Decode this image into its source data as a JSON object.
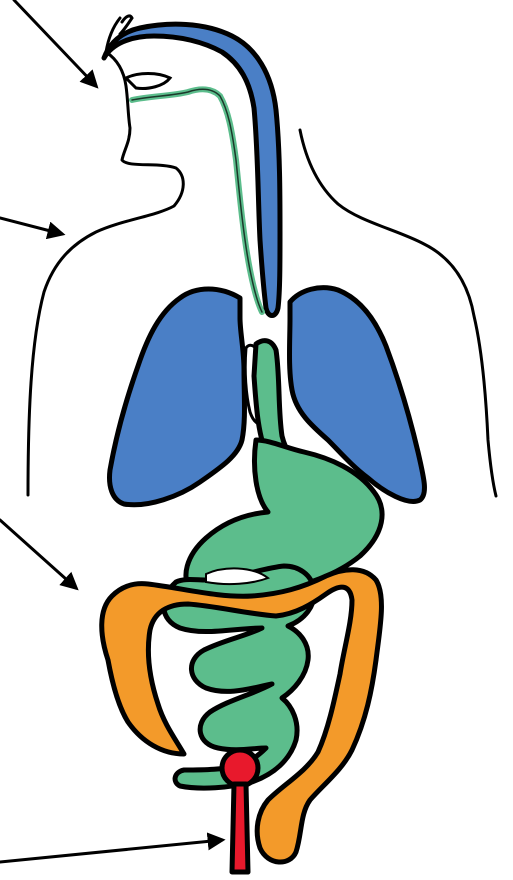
{
  "diagram": {
    "organs": [
      {
        "name": "respiratory-tract",
        "color": "#4a7fc6"
      },
      {
        "name": "lungs",
        "color": "#4a7fc6"
      },
      {
        "name": "digestive-tract",
        "color": "#5cbd8c"
      },
      {
        "name": "large-intestine",
        "color": "#f39a2a"
      },
      {
        "name": "rectum",
        "color": "#e8192c"
      }
    ],
    "pointer_arrows": [
      {
        "name": "arrow-to-mouth"
      },
      {
        "name": "arrow-to-shoulder"
      },
      {
        "name": "arrow-to-intestine"
      },
      {
        "name": "arrow-to-rectum"
      }
    ]
  }
}
